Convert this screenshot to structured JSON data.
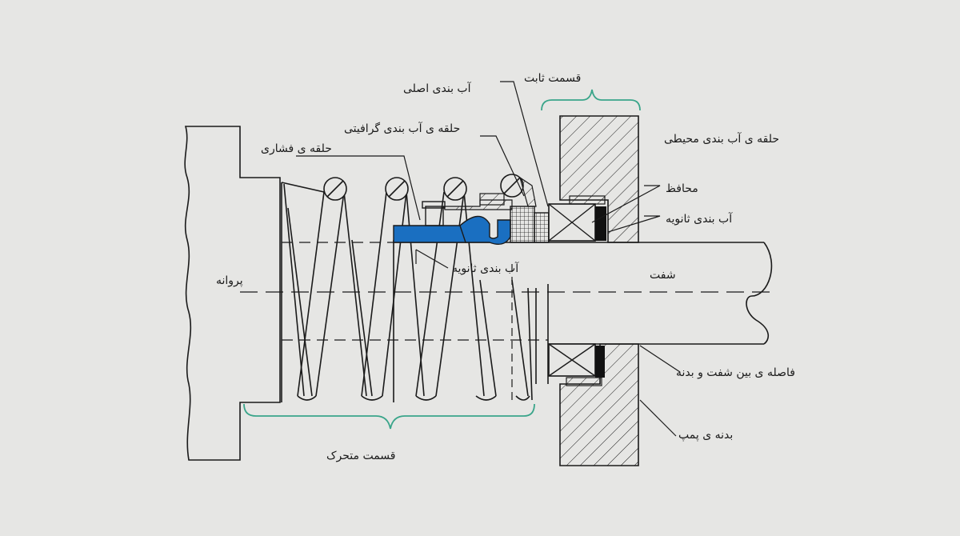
{
  "labels": {
    "impeller": "پروانه",
    "compression_ring": "حلقه ی فشاری",
    "graphite_seal_ring": "حلقه ی آب بندی گرافیتی",
    "primary_seal": "آب بندی اصلی",
    "stationary_part": "قسمت ثابت",
    "peripheral_seal_ring": "حلقه ی آب بندی محیطی",
    "guard": "محافظ",
    "secondary_seal_right": "آب بندی ثانویه",
    "secondary_seal_bottom": "آب بندی ثانویه",
    "shaft": "شفت",
    "shaft_body_gap": "فاصله ی بین شفت و بدنه",
    "pump_body": "بدنه ی پمپ",
    "rotating_part": "قسمت متحرک"
  },
  "colors": {
    "background": "#e6e6e4",
    "line": "#1a1a1a",
    "seal_blue": "#1a6fc1",
    "bracket_green": "#3aa58a",
    "black_seal": "#111111"
  }
}
